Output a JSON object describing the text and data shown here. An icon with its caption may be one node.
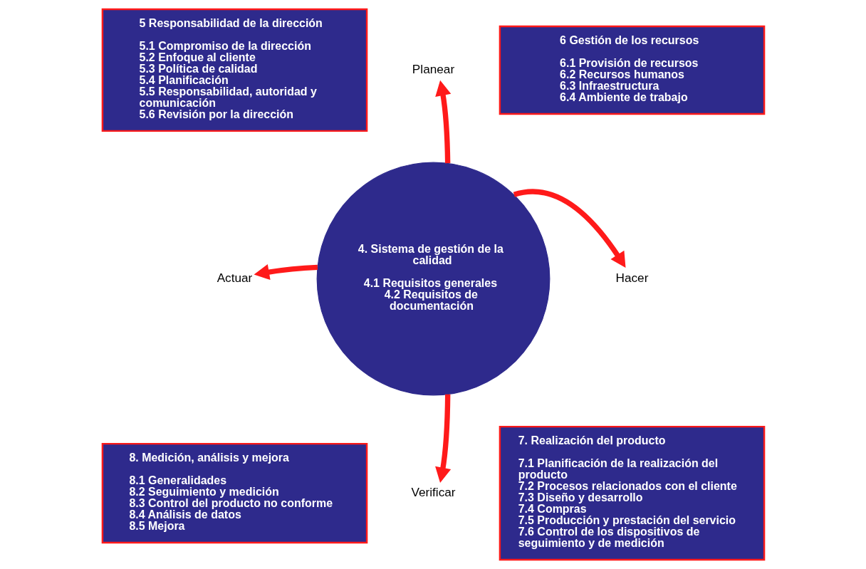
{
  "diagram": {
    "nodes": [
      {
        "text": [
          "Planear"
        ]
      },
      {
        "text": [
          "5 Responsabilidad de la dirección",
          "5.1 Compromiso de la dirección",
          "5.2 Enfoque al cliente",
          "5.3 Política de calidad",
          "5.4 Planificación",
          "5.5 Responsabilidad, autoridad y comunicación",
          "5.6 Revisión por la dirección"
        ]
      },
      {
        "text": [
          "6 Gestión de los recursos",
          "6.1 Provisión de recursos",
          "6.2 Recursos humanos",
          "6.3 Infraestructura",
          "6.4 Ambiente de trabajo"
        ]
      },
      {
        "text": [
          "4. Sistema de gestión de la calidad",
          "4.1 Requisitos generales",
          "4.2 Requisitos de documentación"
        ]
      },
      {
        "text": [
          "Actuar"
        ]
      },
      {
        "text": [
          "Hacer"
        ]
      },
      {
        "text": [
          "8. Medición, análisis y mejora",
          "8.1 Generalidades",
          "8.2 Seguimiento y medición",
          "8.3 Control del producto no conforme",
          "8.4 Análisis de datos",
          "8.5 Mejora"
        ]
      },
      {
        "text": [
          "7. Realización del producto",
          "7.1 Planificación de la realización del producto",
          "7.2 Procesos relacionados con el cliente",
          "7.3 Diseño y desarrollo",
          "7.4 Compras",
          "7.5 Producción y prestación del servicio",
          "7.6 Control de los dispositivos de seguimiento y de medición"
        ]
      },
      {
        "text": [
          "Verificar"
        ]
      }
    ],
    "edges": [
      {
        "from": 3,
        "to": 0,
        "arrow": "to"
      },
      {
        "from": 3,
        "to": 5,
        "arrow": "to"
      },
      {
        "from": 3,
        "to": 8,
        "arrow": "to"
      },
      {
        "from": 3,
        "to": 4,
        "arrow": "to"
      }
    ]
  }
}
